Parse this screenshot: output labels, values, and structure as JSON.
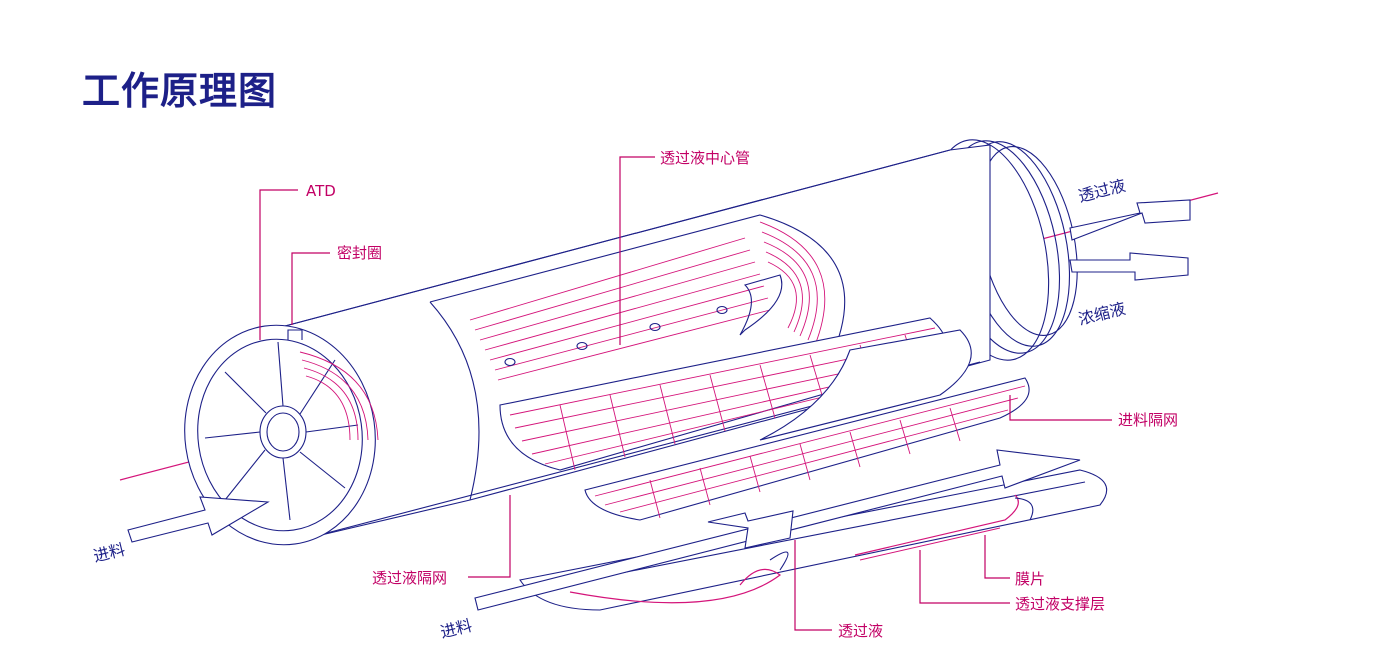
{
  "page": {
    "title": "工作原理图"
  },
  "colors": {
    "title": "#1d2088",
    "outline": "#1d2088",
    "accent": "#d4147a",
    "label": "#c20065"
  },
  "labels": {
    "atd": "ATD",
    "seal_ring": "密封圈",
    "permeate_center_tube": "透过液中心管",
    "permeate_out": "透过液",
    "concentrate_out": "浓缩液",
    "feed_spacer": "进料隔网",
    "permeate_spacer": "透过液隔网",
    "membrane": "膜片",
    "permeate_support": "透过液支撑层",
    "permeate_bottom": "透过液",
    "feed_left": "进料",
    "feed_bottom": "进料"
  }
}
